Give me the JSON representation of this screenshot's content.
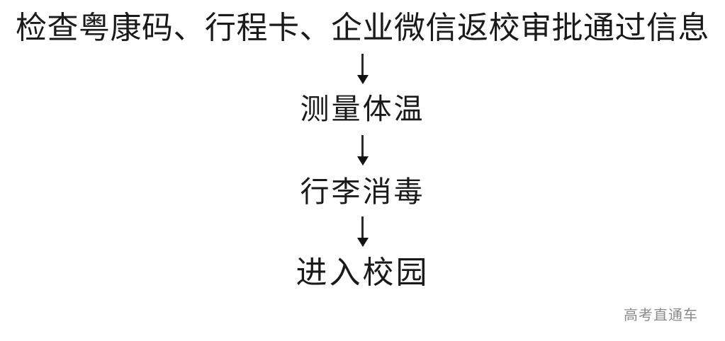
{
  "document": {
    "background_color": "#ffffff",
    "text_color": "#1a1a1a",
    "type": "flowchart"
  },
  "flow": {
    "steps": [
      {
        "label": "检查粤康码、行程卡、企业微信返校审批通过信息"
      },
      {
        "label": "测量体温"
      },
      {
        "label": "行李消毒"
      },
      {
        "label": "进入校园"
      }
    ],
    "connectors": [
      {
        "glyph": "↓"
      },
      {
        "glyph": "↓"
      },
      {
        "glyph": "↓"
      }
    ]
  },
  "watermark": {
    "text": "高考直通车",
    "color": "#8a8a8a"
  }
}
